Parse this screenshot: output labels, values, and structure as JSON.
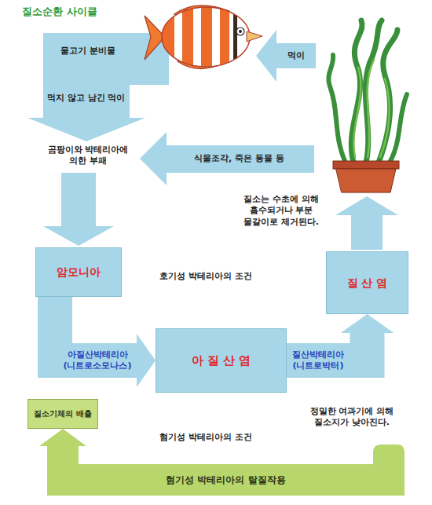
{
  "diagram": {
    "title": "질소순환 사이클",
    "nodes": [
      {
        "text": [
          "암모니아"
        ]
      },
      {
        "text": [
          "질 산 염"
        ]
      },
      {
        "text": [
          "아 질 산 염"
        ]
      },
      {
        "text": [
          "질소기체의 배출"
        ]
      },
      {
        "text": [
          "혐기성 박테리아의 탈질작용"
        ]
      }
    ],
    "edges": [
      {
        "from": 0,
        "to": 2,
        "label": "아질산박테리아 (니트로소모나스)",
        "arrow": "to"
      },
      {
        "from": 2,
        "to": 1,
        "label": "질산박테리아 (니트로박터)",
        "arrow": "to"
      },
      {
        "from": 4,
        "to": 3,
        "arrow": "to"
      }
    ],
    "labels": [
      "물고기 분비물",
      "먹이",
      "먹지 않고 남긴 먹이",
      "곰팡이와 박테리아에 의한 부패",
      "식물조각, 죽은 동물 등",
      "질소는 수초에 의해 흡수되거나 부분 물갈이로 제거된다.",
      "호기성 박테리아의 조건",
      "정밀한 여과기에 의해 질소지가 낮아진다.",
      "혐기성 박테리아의 조건"
    ]
  }
}
